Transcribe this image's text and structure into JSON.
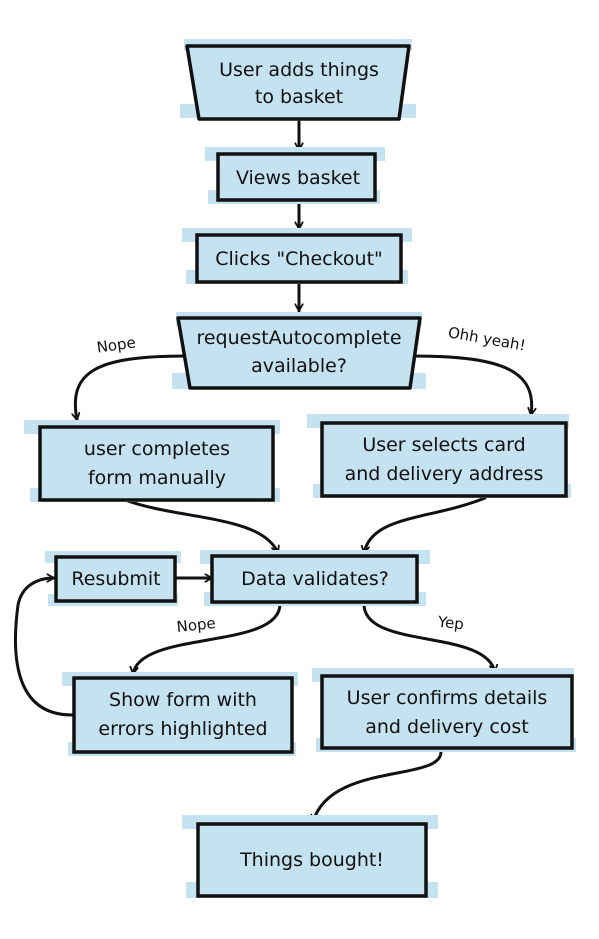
{
  "colors": {
    "fill": "#c5e2f0",
    "stroke": "#111111",
    "background": "#ffffff"
  },
  "nodes": {
    "add_to_basket": {
      "line1": "User adds things",
      "line2": "to basket"
    },
    "view_basket": {
      "label": "Views basket"
    },
    "checkout": {
      "label": "Clicks \"Checkout\""
    },
    "request_autocomplete": {
      "line1": "requestAutocomplete",
      "line2": "available?"
    },
    "manual_form": {
      "line1": "user completes",
      "line2": "form manually"
    },
    "select_card": {
      "line1": "User selects card",
      "line2": "and delivery address"
    },
    "resubmit": {
      "label": "Resubmit"
    },
    "validates": {
      "label": "Data validates?"
    },
    "show_errors": {
      "line1": "Show form with",
      "line2": "errors highlighted"
    },
    "confirm_details": {
      "line1": "User confirms details",
      "line2": "and delivery cost"
    },
    "bought": {
      "label": "Things bought!"
    }
  },
  "edge_labels": {
    "autocomplete_no": "Nope",
    "autocomplete_yes": "Ohh yeah!",
    "validates_no": "Nope",
    "validates_yes": "Yep"
  }
}
